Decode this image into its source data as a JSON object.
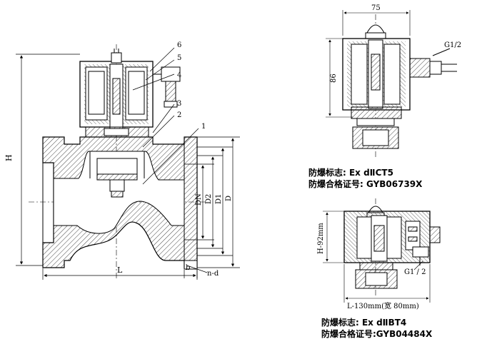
{
  "left_view": {
    "dimensions": {
      "H": "H",
      "L": "L",
      "DN": "DN",
      "D2": "D2",
      "D1": "D1",
      "D": "D",
      "b": "b",
      "n_d": "n-d"
    },
    "callouts": [
      "6",
      "5",
      "4",
      "3",
      "2",
      "1"
    ]
  },
  "top_right_view": {
    "width_dim": "75",
    "height_dim": "86",
    "port_label": "G1/2",
    "marking_line": "防爆标志: Ex dⅡCT5",
    "certificate_line": "防爆合格证号: GYB06739X"
  },
  "bottom_right_view": {
    "height_dim": "H-92mm",
    "length_dim": "L-130mm(宽 80mm)",
    "port_label": "G1 / 2",
    "marking_line": "防爆标志: Ex dⅡBT4",
    "certificate_line": "防爆合格证号:GYB04484X"
  },
  "colors": {
    "line": "#000000",
    "hatch": "#555555",
    "background": "#ffffff"
  }
}
